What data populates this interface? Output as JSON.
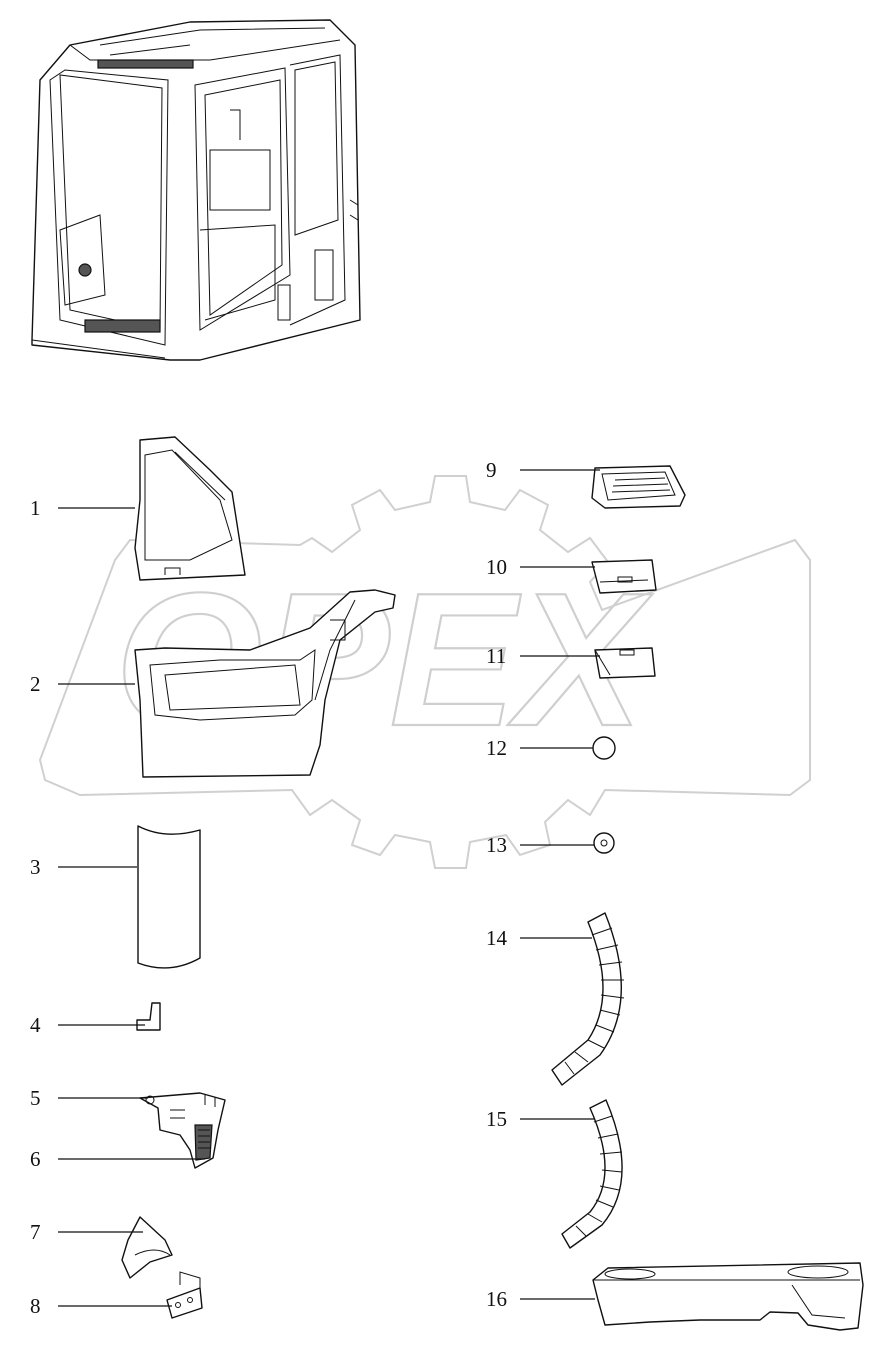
{
  "watermark": {
    "text": "OPEX"
  },
  "callouts": [
    {
      "id": "1",
      "label": "1"
    },
    {
      "id": "2",
      "label": "2"
    },
    {
      "id": "3",
      "label": "3"
    },
    {
      "id": "4",
      "label": "4"
    },
    {
      "id": "5",
      "label": "5"
    },
    {
      "id": "6",
      "label": "6"
    },
    {
      "id": "7",
      "label": "7"
    },
    {
      "id": "8",
      "label": "8"
    },
    {
      "id": "9",
      "label": "9"
    },
    {
      "id": "10",
      "label": "10"
    },
    {
      "id": "11",
      "label": "11"
    },
    {
      "id": "12",
      "label": "12"
    },
    {
      "id": "13",
      "label": "13"
    },
    {
      "id": "14",
      "label": "14"
    },
    {
      "id": "15",
      "label": "15"
    },
    {
      "id": "16",
      "label": "16"
    }
  ]
}
